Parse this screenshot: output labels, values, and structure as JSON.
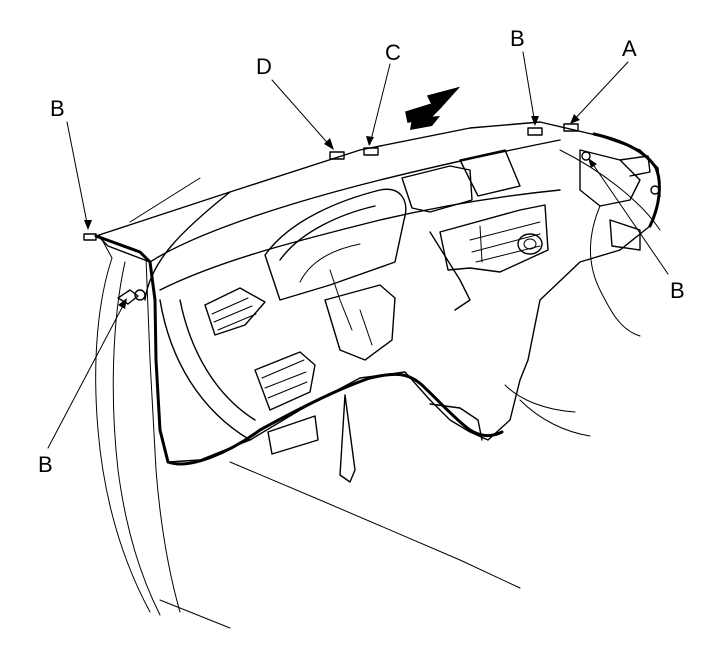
{
  "figure": {
    "callouts": {
      "b_left_top": "B",
      "d": "D",
      "c": "C",
      "b_top_right": "B",
      "a": "A",
      "b_right": "B",
      "b_left_bottom": "B"
    },
    "colors": {
      "line": "#000000",
      "background": "#ffffff"
    }
  }
}
